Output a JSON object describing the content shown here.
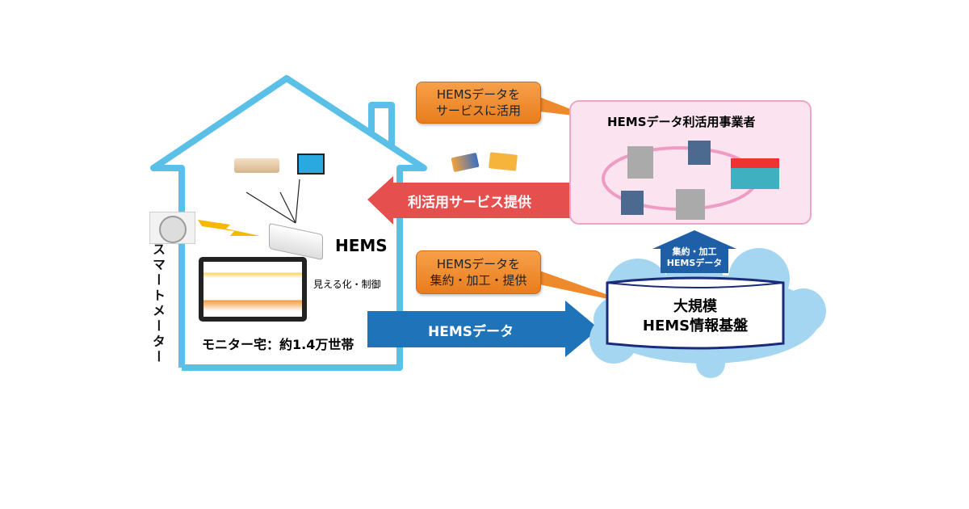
{
  "house": {
    "smart_meter_label": "スマートメーター",
    "hems_label": "HEMS",
    "visualize_label": "見える化・制御",
    "monitor_label": "モニター宅：約1.4万世帯"
  },
  "arrows": {
    "service_provision": "利活用サービス提供",
    "hems_data": "HEMSデータ",
    "aggregated_line1": "集約・加工",
    "aggregated_line2": "HEMSデータ"
  },
  "callouts": {
    "use_line1": "HEMSデータを",
    "use_line2": "サービスに活用",
    "aggregate_line1": "HEMSデータを",
    "aggregate_line2": "集約・加工・提供"
  },
  "operators": {
    "title": "HEMSデータ利活用事業者"
  },
  "platform": {
    "line1": "大規模",
    "line2": "HEMS情報基盤"
  },
  "colors": {
    "house": "#5bc0e8",
    "red_arrow": "#e5504f",
    "blue_arrow": "#1f73b8",
    "callout": "#ef8a2c",
    "pink_box": "#fbe3ef",
    "cloud": "#a4d6f2"
  }
}
